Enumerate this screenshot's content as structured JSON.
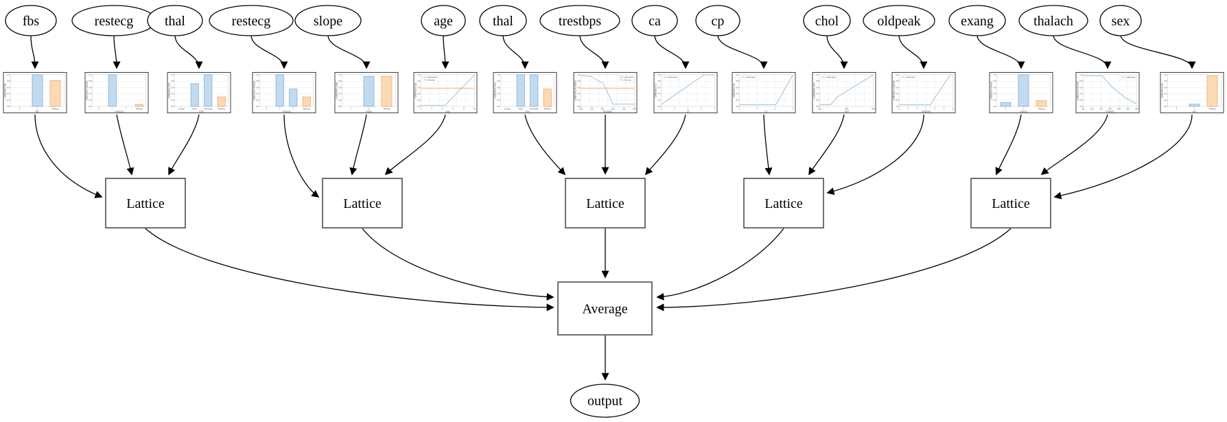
{
  "diagram": {
    "features": [
      {
        "label": "fbs"
      },
      {
        "label": "restecg"
      },
      {
        "label": "thal"
      },
      {
        "label": "restecg"
      },
      {
        "label": "slope"
      },
      {
        "label": "age"
      },
      {
        "label": "thal"
      },
      {
        "label": "trestbps"
      },
      {
        "label": "ca"
      },
      {
        "label": "cp"
      },
      {
        "label": "chol"
      },
      {
        "label": "oldpeak"
      },
      {
        "label": "exang"
      },
      {
        "label": "thalach"
      },
      {
        "label": "sex"
      }
    ],
    "groups": [
      [
        0,
        1,
        2
      ],
      [
        3,
        4,
        5
      ],
      [
        6,
        7,
        8
      ],
      [
        9,
        10,
        11
      ],
      [
        12,
        13,
        14
      ]
    ],
    "lattices": [
      {
        "label": "Lattice"
      },
      {
        "label": "Lattice"
      },
      {
        "label": "Lattice"
      },
      {
        "label": "Lattice"
      },
      {
        "label": "Lattice"
      }
    ],
    "average": {
      "label": "Average"
    },
    "output": {
      "label": "output"
    }
  },
  "chart_data": [
    {
      "type": "bar",
      "feature": "fbs",
      "xlabel": "fbs",
      "ylabel": "calibrated fbs",
      "categories": [
        "0",
        "1",
        "Missing"
      ],
      "values": [
        0,
        1.0,
        0.82
      ],
      "bar_colors": [
        null,
        "blue",
        "orange"
      ],
      "yticks": [
        "0.0",
        "0.2",
        "0.4",
        "0.6",
        "0.8",
        "1.0"
      ],
      "ylim": [
        0,
        1
      ]
    },
    {
      "type": "bar",
      "feature": "restecg",
      "xlabel": "restecg",
      "ylabel": "calibrated restecg",
      "categories": [
        "0",
        "1",
        "2",
        "Missing"
      ],
      "values": [
        0,
        1.0,
        0,
        0.06
      ],
      "bar_colors": [
        null,
        "blue",
        null,
        "orange"
      ],
      "yticks": [
        "0.0",
        "0.2",
        "0.4",
        "0.6",
        "0.8",
        "1.0"
      ],
      "ylim": [
        0,
        1
      ]
    },
    {
      "type": "bar",
      "feature": "thal",
      "xlabel": "thal",
      "ylabel": "calibrated thal",
      "categories": [
        "normal",
        "fixed",
        "reversible",
        "Missing"
      ],
      "values": [
        0,
        0.72,
        1.0,
        0.3
      ],
      "bar_colors": [
        null,
        "blue",
        "blue",
        "orange"
      ],
      "yticks": [
        "0.0",
        "0.2",
        "0.4",
        "0.6",
        "0.8",
        "1.0"
      ],
      "ylim": [
        0,
        1
      ]
    },
    {
      "type": "bar",
      "feature": "restecg",
      "xlabel": "restecg",
      "ylabel": "calibrated restecg",
      "categories": [
        "0",
        "1",
        "2",
        "Missing"
      ],
      "values": [
        0,
        1.0,
        0.55,
        0.3
      ],
      "bar_colors": [
        null,
        "blue",
        "blue",
        "orange"
      ],
      "yticks": [
        "0.0",
        "0.2",
        "0.4",
        "0.6",
        "0.8",
        "1.0"
      ],
      "ylim": [
        0,
        1
      ]
    },
    {
      "type": "bar",
      "feature": "slope",
      "xlabel": "slope",
      "ylabel": "calibrated slope",
      "categories": [
        "1",
        "2",
        "Missing"
      ],
      "values": [
        0,
        0.95,
        0.95
      ],
      "bar_colors": [
        null,
        "blue",
        "orange"
      ],
      "yticks": [
        "0.0",
        "0.2",
        "0.4",
        "0.6",
        "0.8",
        "1.0"
      ],
      "ylim": [
        0,
        1
      ]
    },
    {
      "type": "line",
      "feature": "age",
      "xlabel": "age",
      "ylabel": "calibrated age",
      "legend": [
        "calibrated",
        "missing"
      ],
      "legend_pos": "top-left",
      "xticks": [
        "0",
        "2",
        "4",
        "6",
        "8",
        "10"
      ],
      "yticks": [
        "0.0",
        "0.2",
        "0.4",
        "0.6",
        "0.8",
        "1.0"
      ],
      "calibrated": [
        [
          0,
          0.03
        ],
        [
          0.45,
          0.03
        ],
        [
          1,
          1.0
        ]
      ],
      "missing": 0.57,
      "ylim": [
        0,
        1
      ]
    },
    {
      "type": "bar",
      "feature": "thal",
      "xlabel": "thal",
      "ylabel": "calibrated thal",
      "categories": [
        "normal",
        "fixed",
        "reversible",
        "Missing"
      ],
      "values": [
        0,
        1.0,
        1.0,
        0.55
      ],
      "bar_colors": [
        null,
        "blue",
        "blue",
        "orange"
      ],
      "yticks": [
        "0.0",
        "0.2",
        "0.4",
        "0.6",
        "0.8",
        "1.0"
      ],
      "ylim": [
        0,
        1
      ]
    },
    {
      "type": "line",
      "feature": "trestbps",
      "xlabel": "trestbps",
      "ylabel": "calibrated trestbps",
      "legend": [
        "calibrated",
        "missing"
      ],
      "legend_pos": "top-right",
      "xticks": [
        "100",
        "120",
        "140",
        "160",
        "180",
        "200"
      ],
      "yticks": [
        "0.0",
        "0.2",
        "0.4",
        "0.6",
        "0.8",
        "1.0"
      ],
      "calibrated": [
        [
          0,
          0.97
        ],
        [
          0.18,
          0.95
        ],
        [
          0.42,
          0.72
        ],
        [
          0.6,
          0.07
        ],
        [
          1,
          0.07
        ]
      ],
      "missing": 0.57,
      "ylim": [
        0,
        1
      ]
    },
    {
      "type": "line",
      "feature": "ca",
      "xlabel": "ca",
      "ylabel": "calibrated ca",
      "legend": [
        "calibrated"
      ],
      "legend_pos": "top-left",
      "xticks": [
        "0",
        "1",
        "2",
        "3",
        "4"
      ],
      "yticks": [
        "0.0",
        "0.2",
        "0.4",
        "0.6",
        "0.8",
        "1.0"
      ],
      "calibrated": [
        [
          0,
          0.06
        ],
        [
          0.8,
          1.0
        ],
        [
          1,
          1.0
        ]
      ],
      "missing": null,
      "ylim": [
        0,
        1
      ]
    },
    {
      "type": "line",
      "feature": "cp",
      "xlabel": "cp",
      "ylabel": "calibrated cp",
      "legend": [
        "calibrated"
      ],
      "legend_pos": "top-left",
      "xticks": [
        "1",
        "2",
        "3",
        "4"
      ],
      "yticks": [
        "0.0",
        "0.2",
        "0.4",
        "0.6",
        "0.8",
        "1.0"
      ],
      "calibrated": [
        [
          0,
          0.05
        ],
        [
          0.68,
          0.05
        ],
        [
          1,
          1.0
        ]
      ],
      "missing": null,
      "ylim": [
        0,
        1
      ]
    },
    {
      "type": "line",
      "feature": "chol",
      "xlabel": "chol",
      "ylabel": "calibrated chol",
      "legend": [
        "calibrated"
      ],
      "legend_pos": "top-left",
      "xticks": [
        "200",
        "300",
        "400"
      ],
      "yticks": [
        "0.0",
        "0.2",
        "0.4",
        "0.6",
        "0.8",
        "1.0"
      ],
      "calibrated": [
        [
          0,
          0.05
        ],
        [
          0.2,
          0.05
        ],
        [
          0.33,
          0.3
        ],
        [
          1,
          1.0
        ]
      ],
      "missing": null,
      "ylim": [
        0,
        1
      ]
    },
    {
      "type": "line",
      "feature": "oldpeak",
      "xlabel": "oldpeak",
      "ylabel": "calibrated oldpeak",
      "legend": [
        "calibrated"
      ],
      "legend_pos": "top-left",
      "xticks": [
        "0",
        "1",
        "2",
        "3",
        "4",
        "5",
        "6"
      ],
      "yticks": [
        "0.0",
        "0.2",
        "0.4",
        "0.6",
        "0.8",
        "1.0"
      ],
      "calibrated": [
        [
          0,
          0.05
        ],
        [
          0.58,
          0.05
        ],
        [
          0.95,
          1.0
        ],
        [
          1,
          1.0
        ]
      ],
      "missing": null,
      "ylim": [
        0,
        1
      ]
    },
    {
      "type": "bar",
      "feature": "exang",
      "xlabel": "exang",
      "ylabel": "calibrated exang",
      "categories": [
        "0",
        "1",
        "Missing"
      ],
      "values": [
        0.12,
        1.0,
        0.18
      ],
      "bar_colors": [
        "blue",
        "blue",
        "orange"
      ],
      "yticks": [
        "0.0",
        "0.2",
        "0.4",
        "0.6",
        "0.8",
        "1.0"
      ],
      "ylim": [
        0,
        1
      ]
    },
    {
      "type": "line",
      "feature": "thalach",
      "xlabel": "thalach",
      "ylabel": "calibrated thalach",
      "legend": [
        "calibrated"
      ],
      "legend_pos": "top-right",
      "xticks": [
        "80",
        "100",
        "120",
        "140",
        "160",
        "180",
        "200"
      ],
      "yticks": [
        "0.0",
        "0.2",
        "0.4",
        "0.6",
        "0.8",
        "1.0"
      ],
      "calibrated": [
        [
          0,
          0.97
        ],
        [
          0.35,
          0.97
        ],
        [
          0.55,
          0.6
        ],
        [
          0.78,
          0.28
        ],
        [
          1,
          0.08
        ]
      ],
      "missing": null,
      "ylim": [
        0,
        1
      ]
    },
    {
      "type": "bar",
      "feature": "sex",
      "xlabel": "sex",
      "ylabel": "calibrated sex",
      "categories": [
        "0",
        "1",
        "Missing"
      ],
      "values": [
        0,
        0.07,
        0.97
      ],
      "bar_colors": [
        null,
        "blue",
        "orange"
      ],
      "yticks": [
        "0.0",
        "0.2",
        "0.4",
        "0.6",
        "0.8",
        "1.0"
      ],
      "ylim": [
        0,
        1
      ]
    }
  ],
  "colors": {
    "edge_black": "#000000",
    "calibrated_blue_line": "#85b8dc",
    "blue_bar_fill": "#c3daee",
    "blue_bar_edge": "#6fa8d2",
    "missing_orange_line": "#f5a55f",
    "orange_bar_fill": "#fcd9b5",
    "orange_bar_edge": "#f0a05a",
    "chart_border": "#3c3c3c",
    "grid": "#e8e8e8",
    "background": "#ffffff"
  }
}
